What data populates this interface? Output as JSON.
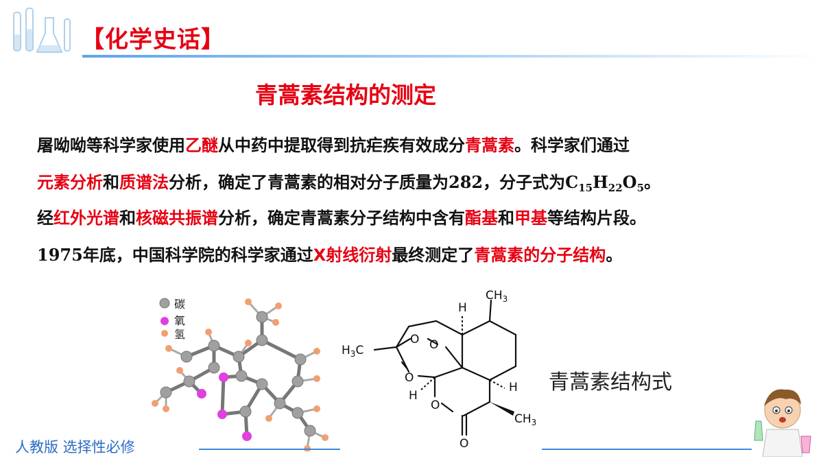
{
  "header": {
    "title": "【化学史话】"
  },
  "main_title": "青蒿素结构的测定",
  "paragraph": {
    "l1_a": "屠呦呦等科学家使用",
    "l1_b": "乙醚",
    "l1_c": "从中药中提取得到抗疟疾有效成分",
    "l1_d": "青蒿素",
    "l1_e": "。科学家们通过",
    "l2_a": "元素分析",
    "l2_b": "和",
    "l2_c": "质谱法",
    "l2_d": "分析，确定了青蒿素的相对分子质量为",
    "l2_mass": "282",
    "l2_e": "，分子式为",
    "formula_c": "C",
    "formula_c_n": "15",
    "formula_h": "H",
    "formula_h_n": "22",
    "formula_o": "O",
    "formula_o_n": "5",
    "l2_end": "。",
    "l3_a": "经",
    "l3_b": "红外光谱",
    "l3_c": "和",
    "l3_d": "核磁共振谱",
    "l3_e": "分析，确定青蒿素分子结构中含有",
    "l3_f": "酯基",
    "l3_g": "和",
    "l3_h": "甲基",
    "l3_i": "等结构片段。",
    "l4_year": "1975",
    "l4_a": "年底，中国科学院的科学家通过",
    "l4_b": "X射线衍射",
    "l4_c": "最终测定了",
    "l4_d": "青蒿素的分子结构",
    "l4_e": "。"
  },
  "model_legend": {
    "carbon": "碳",
    "oxygen": "氧",
    "hydrogen": "氢"
  },
  "formula_labels": {
    "ch3_top": "CH",
    "ch3_top_n": "3",
    "h3c_left": "H",
    "h3c_left_n": "3",
    "h3c_left_c": "C",
    "h_top": "H",
    "h_right": "H",
    "h_left": "H",
    "o_peroxide_1": "O",
    "o_peroxide_2": "O",
    "o_ring": "O",
    "o_lactone": "O",
    "o_carbonyl": "O",
    "ch3_bottom": "CH",
    "ch3_bottom_n": "3"
  },
  "formula_caption": "青蒿素结构式",
  "footer": {
    "text": "人教版 选择性必修"
  },
  "colors": {
    "accent_red": "#e60012",
    "footer_blue": "#2b6cc4",
    "carbon_gray": "#a0a0a0",
    "oxygen_pink": "#e040e0",
    "hydrogen_orange": "#f0a070"
  }
}
